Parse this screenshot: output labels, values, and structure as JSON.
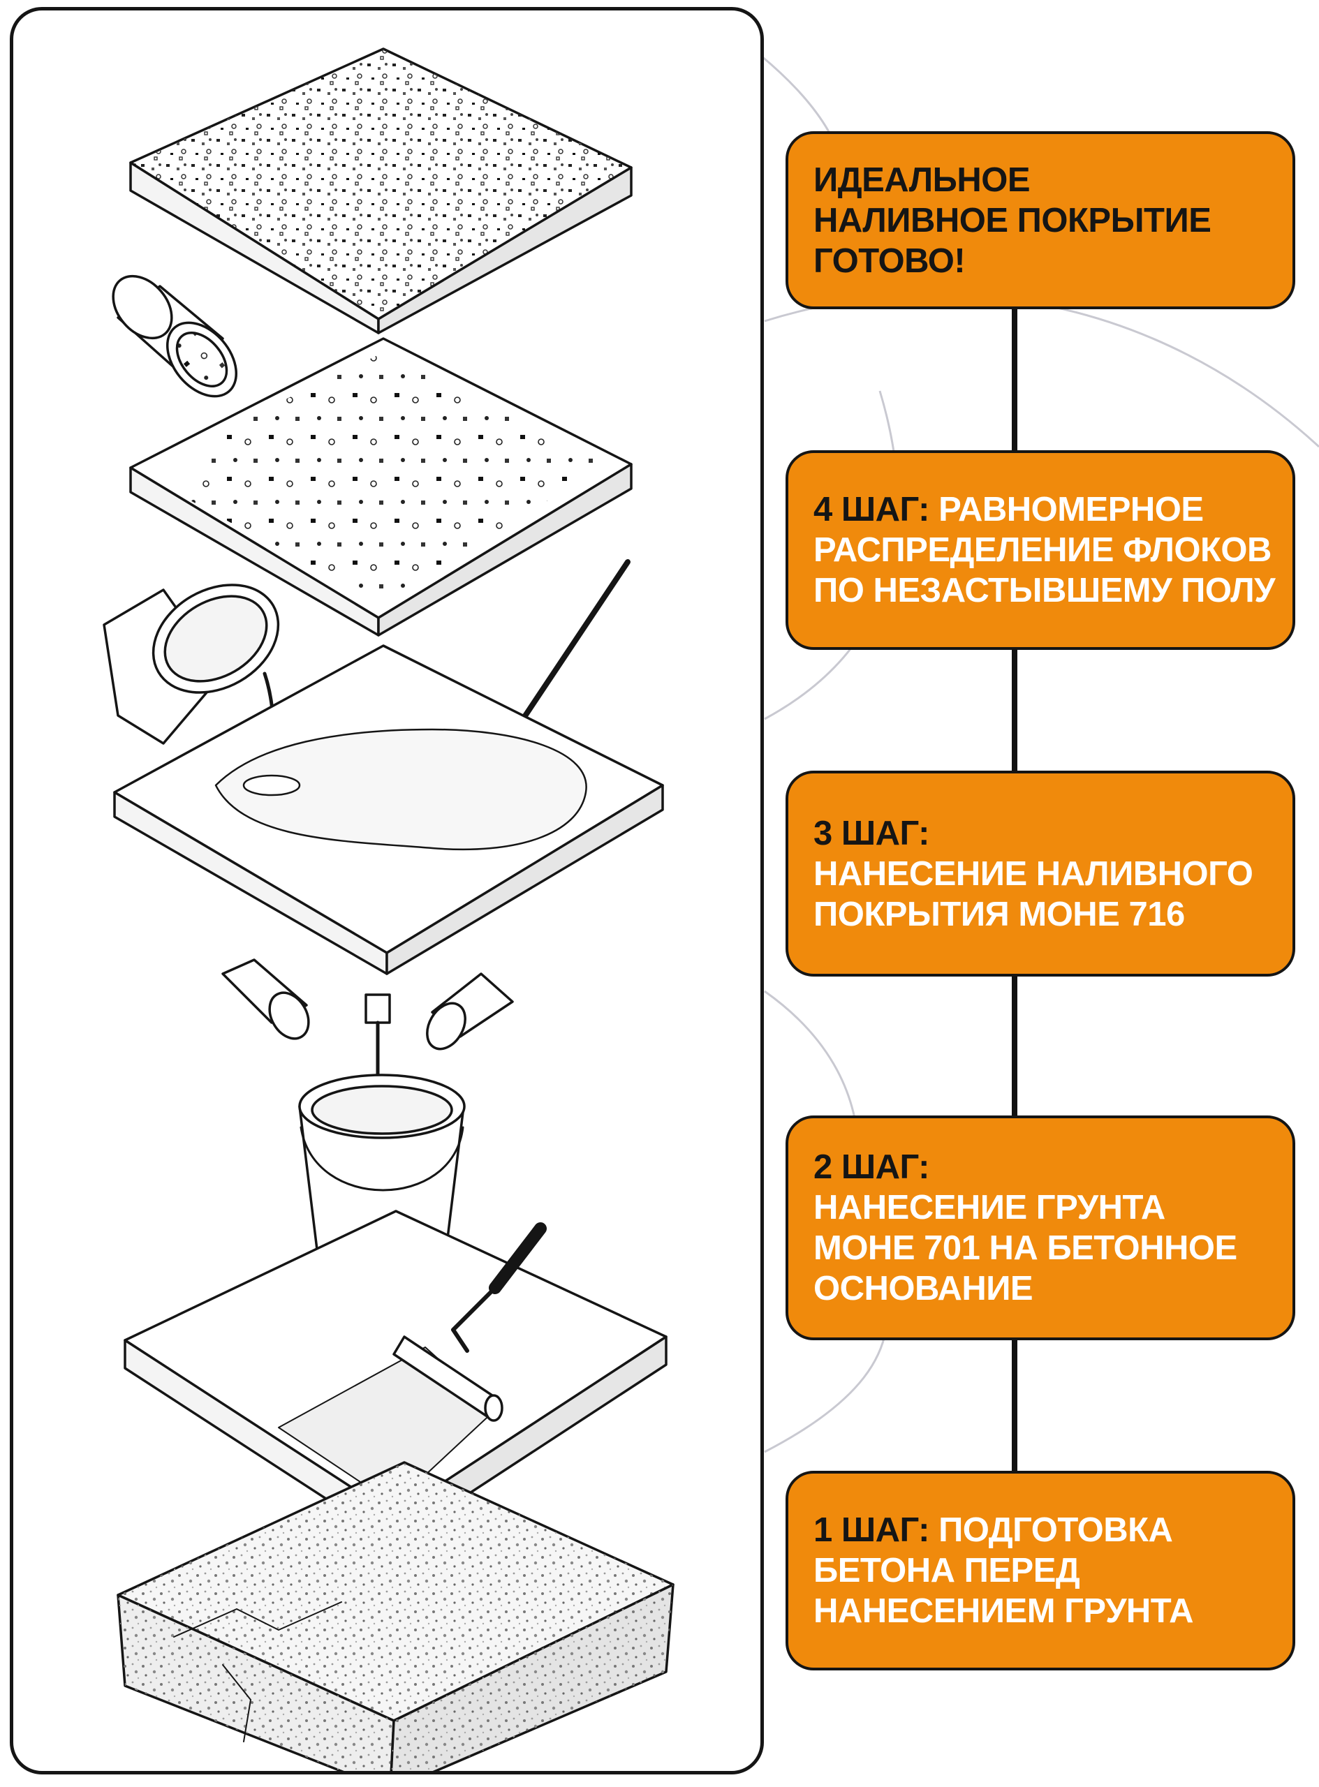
{
  "steps": {
    "done": {
      "lines": [
        "ИДЕАЛЬНОЕ",
        "НАЛИВНОЕ ПОКРЫТИЕ",
        "ГОТОВО!"
      ]
    },
    "step4": {
      "heading": "4 ШАГ:",
      "first_line_rest": " РАВНОМЕРНОЕ",
      "lines": [
        "РАСПРЕДЕЛЕНИЕ ФЛОКОВ",
        "ПО НЕЗАСТЫВШЕМУ ПОЛУ"
      ]
    },
    "step3": {
      "heading": "3 ШАГ:",
      "lines": [
        "НАНЕСЕНИЕ НАЛИВНОГО",
        "ПОКРЫТИЯ МОНЕ 716"
      ]
    },
    "step2": {
      "heading": "2 ШАГ:",
      "lines": [
        "НАНЕСЕНИЕ ГРУНТА",
        "МОНЕ 701 НА БЕТОННОЕ",
        "ОСНОВАНИЕ"
      ]
    },
    "step1": {
      "heading": "1 ШАГ:",
      "first_line_rest": " ПОДГОТОВКА",
      "lines": [
        "БЕТОНА ПЕРЕД",
        "НАНЕСЕНИЕМ ГРУНТА"
      ]
    }
  },
  "colors": {
    "accent": "#f08a0c",
    "text_on_accent": "#ffffff",
    "heading_dark": "#151515",
    "outline": "#151515",
    "arc": "#c9c9d1"
  },
  "illustration": {
    "layers": [
      "flake-finished-layer",
      "flake-scatter-layer",
      "self-leveling-pour-layer",
      "mixing-bucket",
      "primer-roller-layer",
      "concrete-base"
    ],
    "icons": [
      "flake-can-icon",
      "paint-bucket-icon",
      "rake-icon",
      "mixer-bucket-icon",
      "paint-roller-icon",
      "cap-icon"
    ]
  }
}
